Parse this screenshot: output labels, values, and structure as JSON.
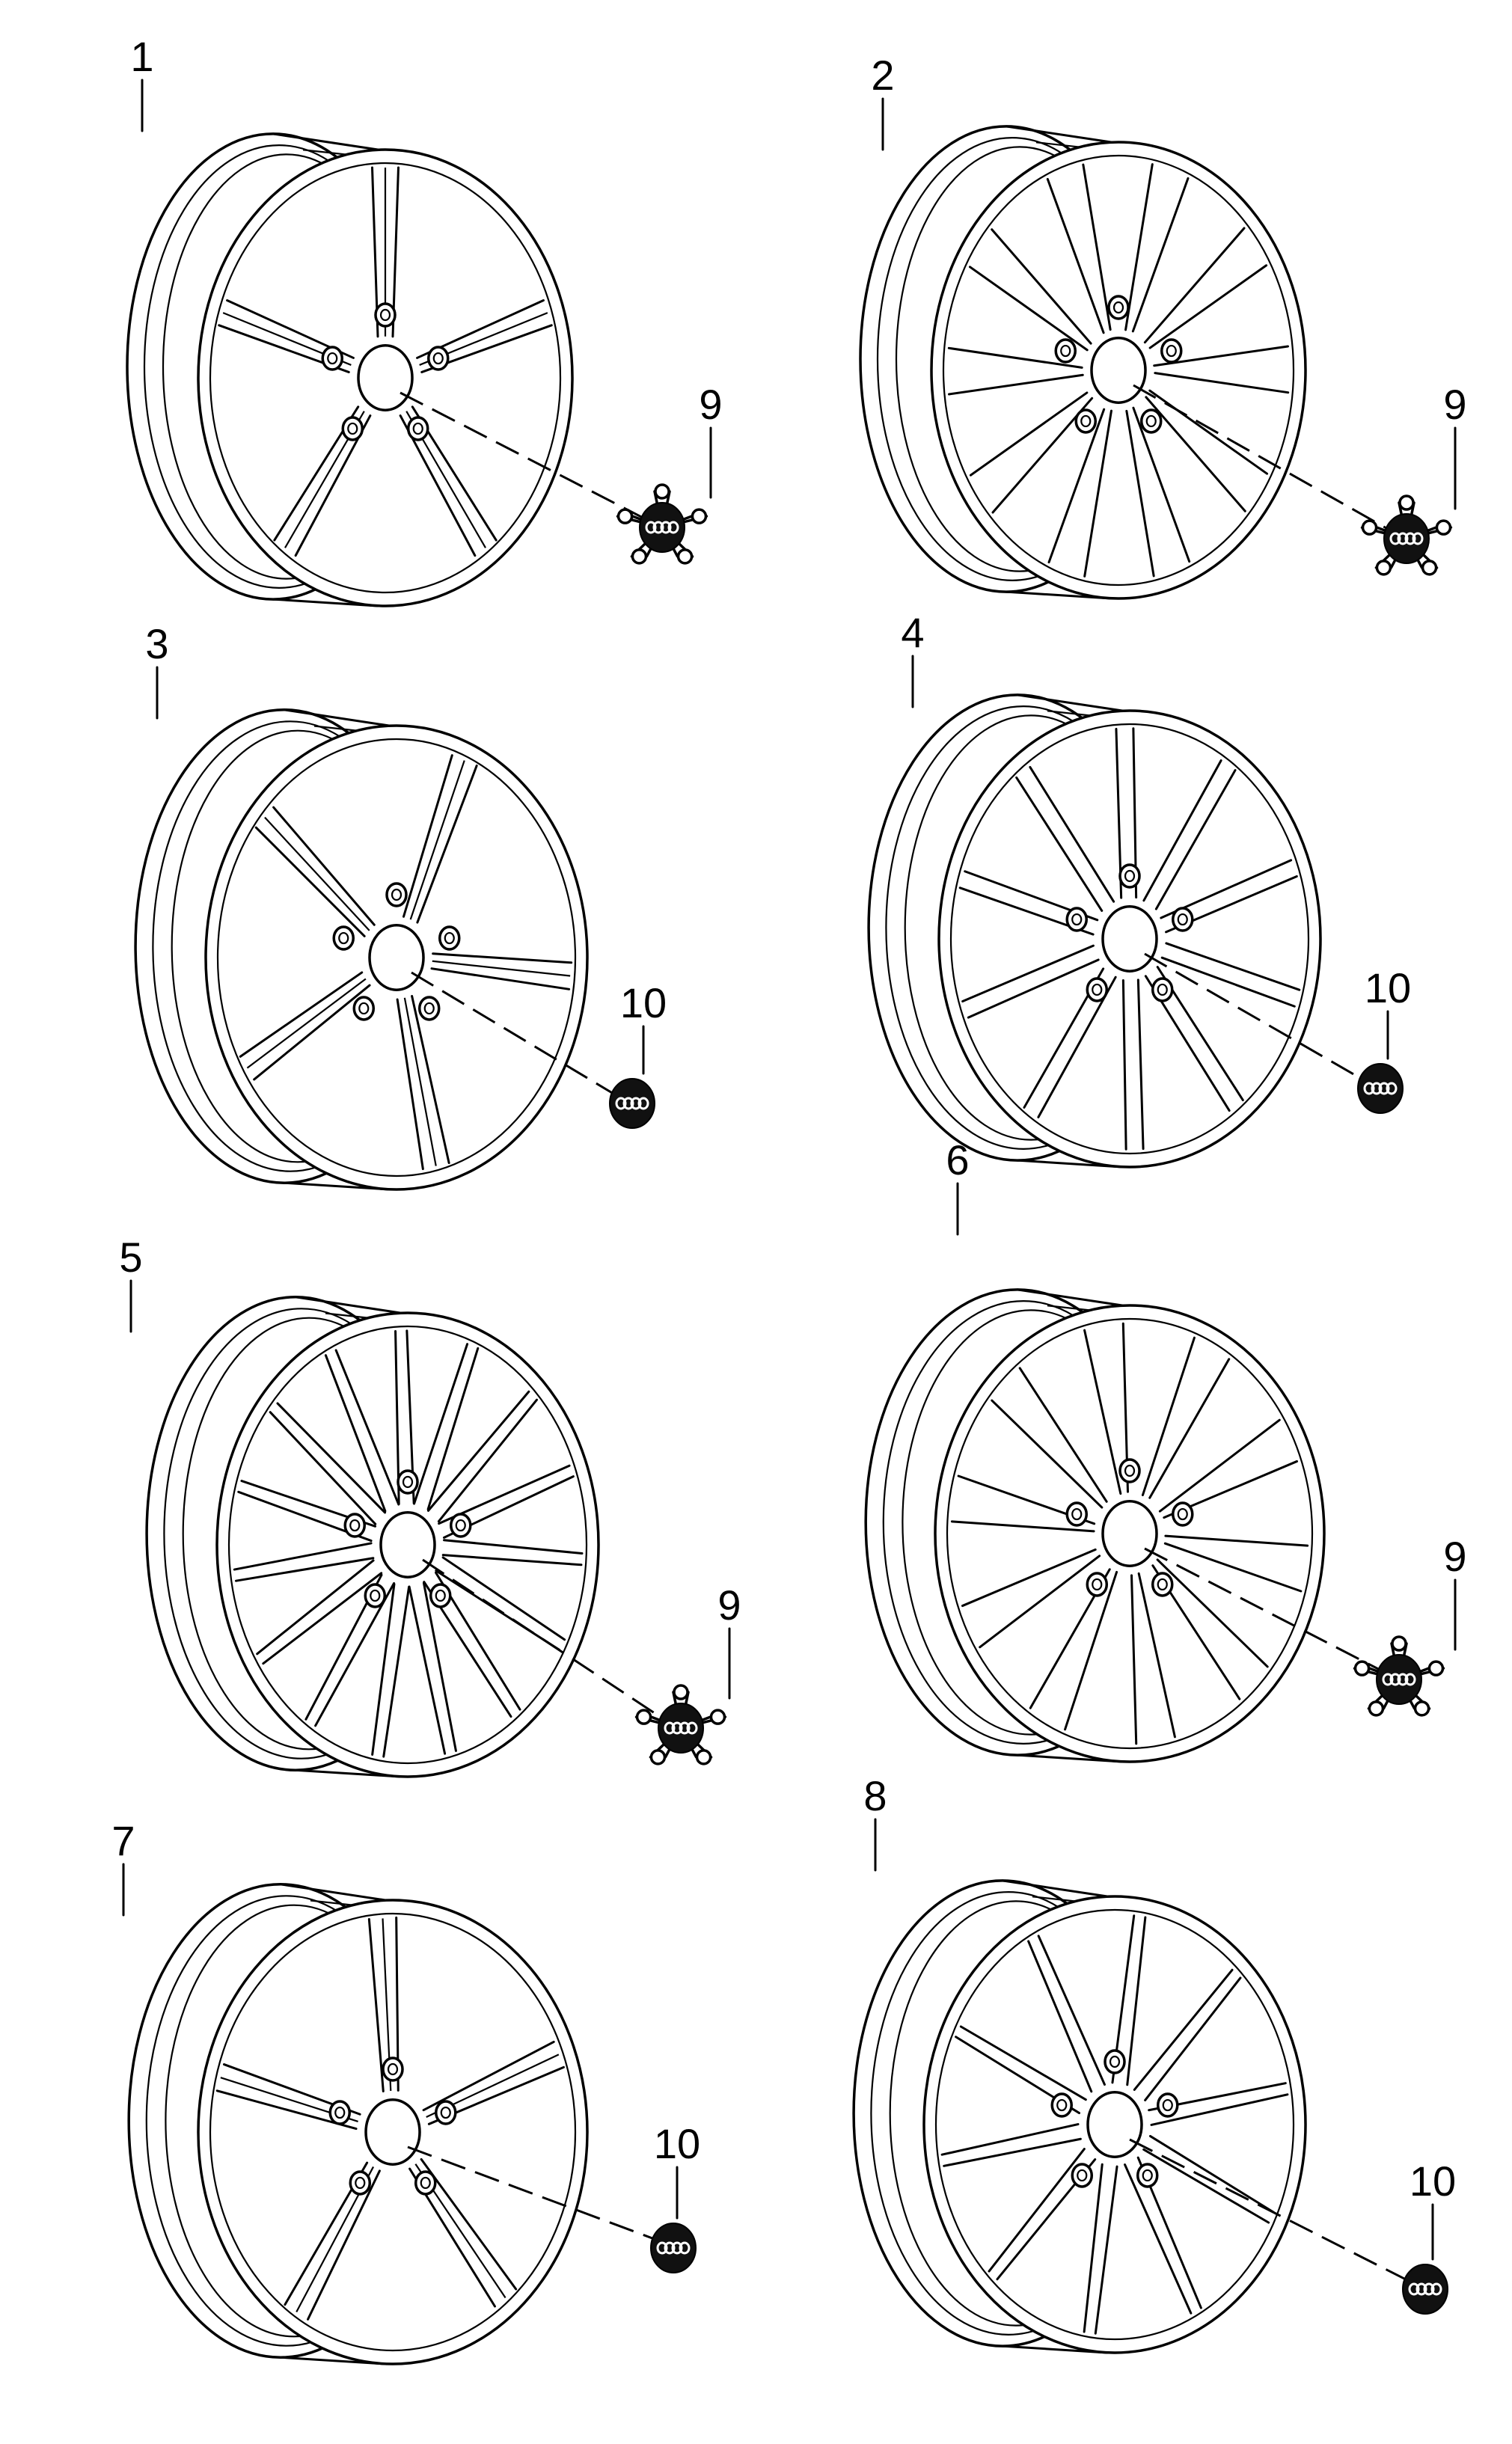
{
  "diagram": {
    "wheels": [
      {
        "id": "1",
        "label": "1",
        "cap": "9"
      },
      {
        "id": "2",
        "label": "2",
        "cap": "9"
      },
      {
        "id": "3",
        "label": "3",
        "cap": "10"
      },
      {
        "id": "4",
        "label": "4",
        "cap": "10"
      },
      {
        "id": "5",
        "label": "5",
        "cap": "9"
      },
      {
        "id": "6",
        "label": "6",
        "cap": "9"
      },
      {
        "id": "7",
        "label": "7",
        "cap": "10"
      },
      {
        "id": "8",
        "label": "8",
        "cap": "10"
      }
    ],
    "cap_icons": {
      "9": "star-hub-cap-icon",
      "10": "round-hub-cap-icon"
    }
  }
}
